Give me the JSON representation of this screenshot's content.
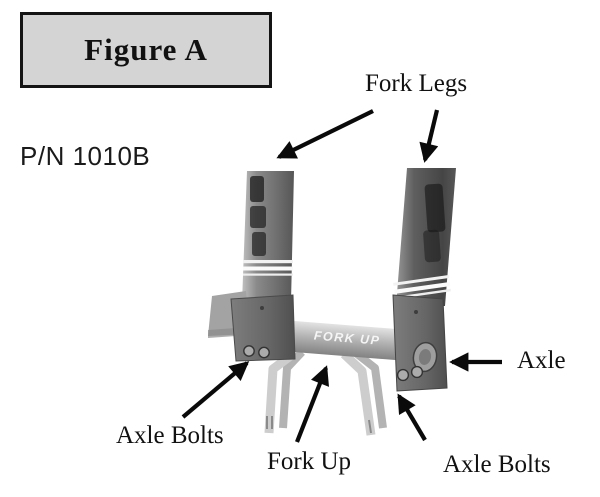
{
  "document": {
    "figure_box": {
      "label": "Figure A"
    },
    "part_number": "P/N 1010B"
  },
  "callouts": {
    "fork_legs": "Fork Legs",
    "axle": "Axle",
    "axle_bolts_left": "Axle Bolts",
    "fork_up": "Fork Up",
    "axle_bolts_right": "Axle Bolts"
  },
  "photo": {
    "description": "grayscale photo of bicycle suspension fork lowers mounted on Fork Up axle device",
    "axle_text": "FORK UP"
  },
  "colors": {
    "page_background": "#ffffff",
    "figure_box_fill": "#d4d4d4",
    "figure_box_border": "#141414",
    "label_text": "#111111",
    "arrow": "#0a0a0a",
    "fork_leg_gray": "#6b6b6b",
    "axle_gray": "#b7b7b7"
  }
}
